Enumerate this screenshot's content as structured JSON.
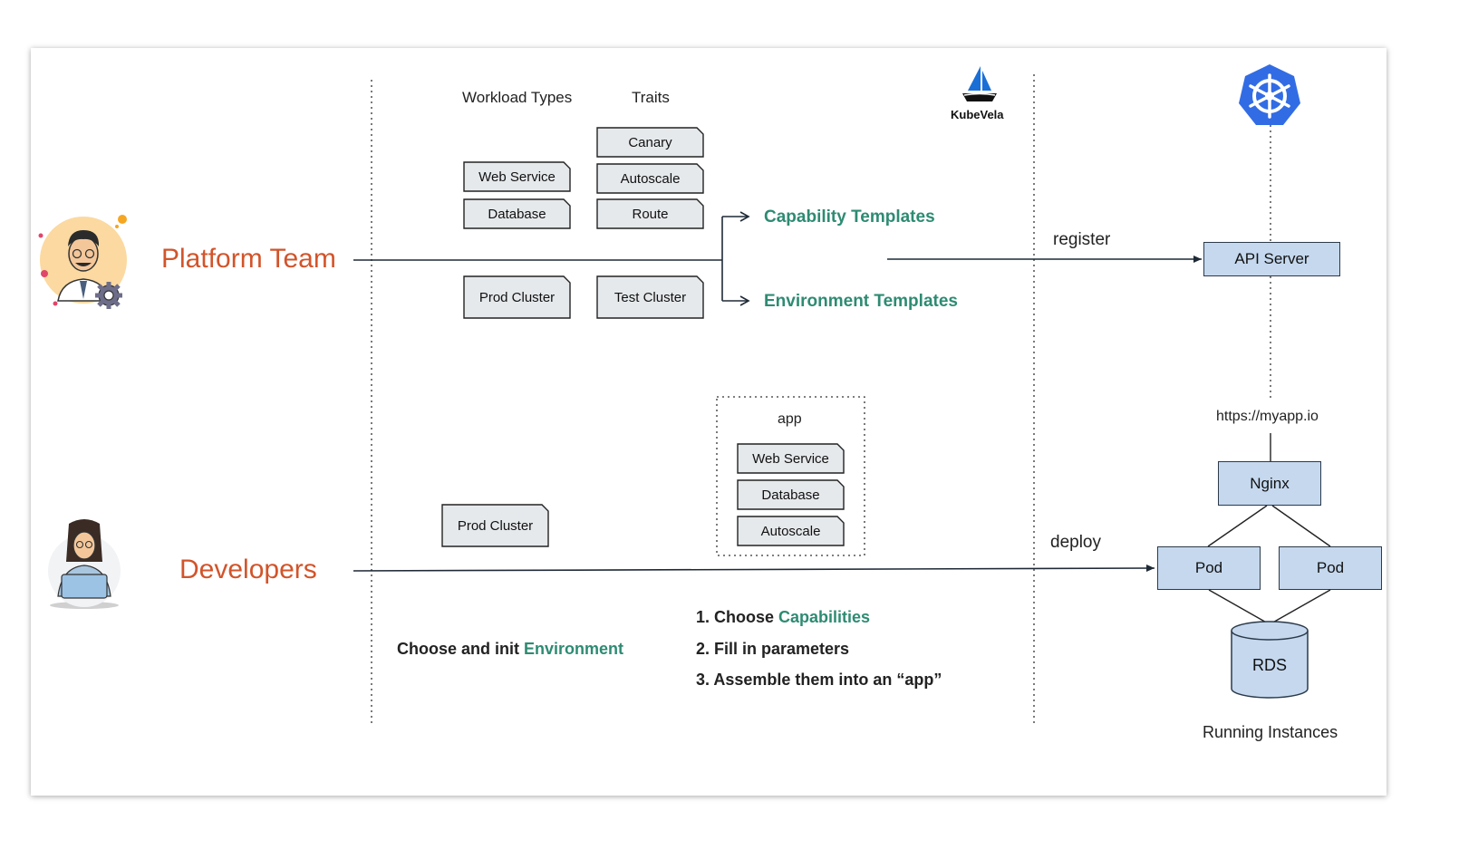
{
  "headers": {
    "workload_types": "Workload Types",
    "traits": "Traits"
  },
  "roles": {
    "platform": "Platform Team",
    "developers": "Developers"
  },
  "workload_types": [
    "Web Service",
    "Database"
  ],
  "traits": [
    "Canary",
    "Autoscale",
    "Route"
  ],
  "clusters": {
    "prod": "Prod Cluster",
    "test": "Test Cluster",
    "dev_prod": "Prod Cluster"
  },
  "templates": {
    "capability": "Capability Templates",
    "environment": "Environment Templates"
  },
  "kubevela": {
    "logo_text": "KubeVela"
  },
  "app": {
    "title": "app",
    "items": [
      "Web Service",
      "Database",
      "Autoscale"
    ]
  },
  "actions": {
    "register": "register",
    "deploy": "deploy"
  },
  "k8s": {
    "api_server": "API Server",
    "url": "https://myapp.io",
    "nginx": "Nginx",
    "pod1": "Pod",
    "pod2": "Pod",
    "rds": "RDS",
    "running": "Running Instances"
  },
  "dev_steps": {
    "env_prefix": "Choose and init ",
    "env_highlight": "Environment",
    "step1_prefix": "1. Choose ",
    "step1_highlight": "Capabilities",
    "step2": "2. Fill in parameters",
    "step3": "3. Assemble them  into  an “app”"
  },
  "colors": {
    "teal": "#2e8b72",
    "orange": "#d2542a",
    "k8s_blue": "#326ce5",
    "box_blue": "#c5d8ee",
    "tag_grey": "#e6e9ec"
  },
  "icons": [
    "platform-engineer-avatar-icon",
    "developer-avatar-icon",
    "kubevela-logo-icon",
    "kubernetes-logo-icon",
    "gear-icon"
  ]
}
